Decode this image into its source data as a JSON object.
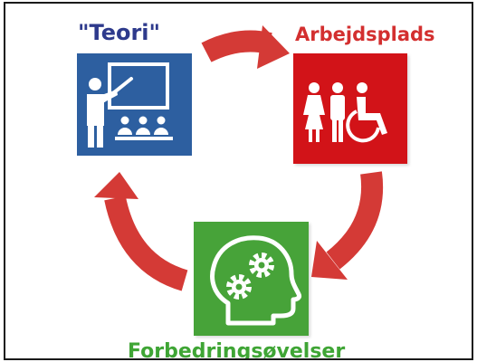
{
  "diagram": {
    "nodes": [
      {
        "id": "teori",
        "label": "\"Teori\"",
        "icon": "presentation-teacher-icon",
        "color": "#2d5fa0",
        "label_color": "#2e3a8c"
      },
      {
        "id": "arbejdsplads",
        "label": "Arbejdsplads",
        "icon": "people-accessibility-icon",
        "color": "#d21318",
        "label_color": "#d32f2f"
      },
      {
        "id": "forbedringsovelser",
        "label": "Forbedringsøvelser",
        "icon": "head-gears-icon",
        "color": "#47a339",
        "label_color": "#3fa535"
      }
    ],
    "cycle": [
      "teori",
      "arbejdsplads",
      "forbedringsovelser",
      "teori"
    ],
    "arrow_color": "#d43a36"
  }
}
